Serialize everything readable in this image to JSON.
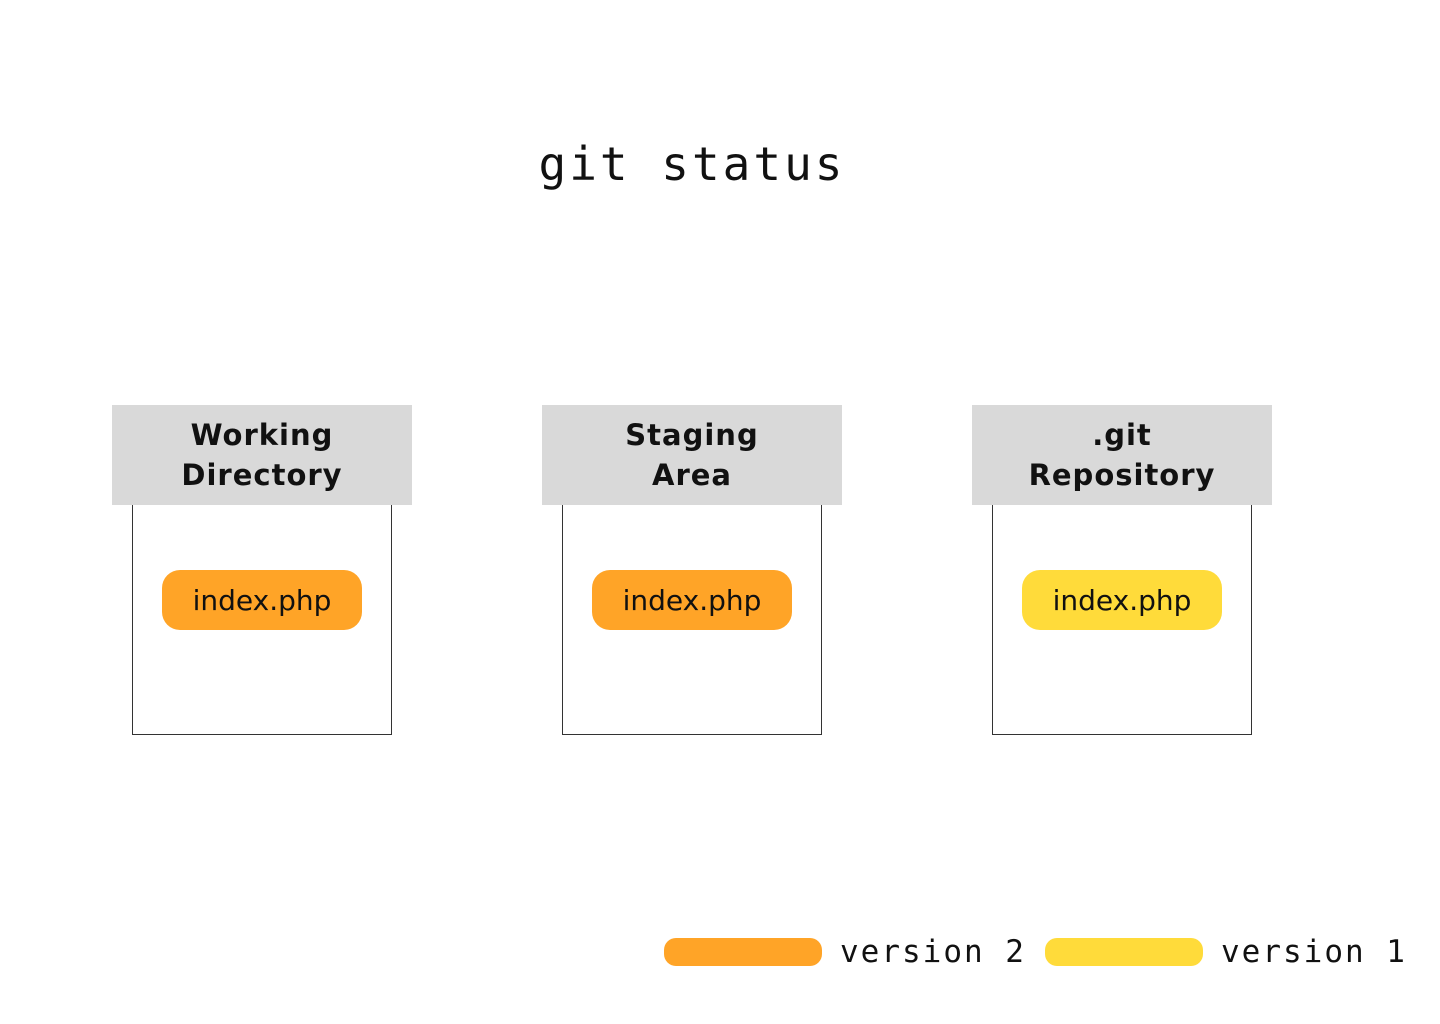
{
  "title": "git status",
  "colors": {
    "version_2": "#FFA427",
    "version_1": "#FFDB3A",
    "header_bg": "#D9D9D9"
  },
  "areas": [
    {
      "header_line1": "Working",
      "header_line2": "Directory",
      "file": "index.php",
      "file_version": "version 2"
    },
    {
      "header_line1": "Staging",
      "header_line2": "Area",
      "file": "index.php",
      "file_version": "version 2"
    },
    {
      "header_line1": ".git",
      "header_line2": "Repository",
      "file": "index.php",
      "file_version": "version 1"
    }
  ],
  "legend": [
    {
      "label": "version 2",
      "color": "#FFA427"
    },
    {
      "label": "version 1",
      "color": "#FFDB3A"
    }
  ]
}
